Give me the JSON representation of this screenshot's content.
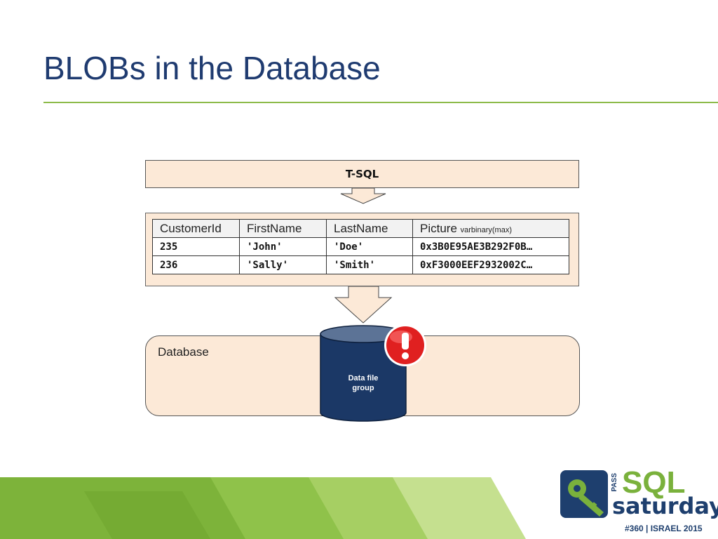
{
  "slide": {
    "title": "BLOBs in the Database"
  },
  "diagram": {
    "tsql_label": "T-SQL",
    "table": {
      "headers": [
        "CustomerId",
        "FirstName",
        "LastName",
        "Picture"
      ],
      "picture_type_note": "varbinary(max)",
      "rows": [
        [
          "235",
          "'John'",
          "'Doe'",
          "0x3B0E95AE3B292F0B…"
        ],
        [
          "236",
          "'Sally'",
          "'Smith'",
          "0xF3000EEF2932002C…"
        ]
      ]
    },
    "database_label": "Database",
    "cylinder_label_line1": "Data file",
    "cylinder_label_line2": "group",
    "warning_icon": "exclamation-warning-icon"
  },
  "logo": {
    "pass": "PASS",
    "sql": "SQL",
    "saturday": "saturday",
    "event": "#360 | ISRAEL 2015"
  },
  "colors": {
    "title": "#1f3b70",
    "accent_green": "#8dbb4a",
    "box_fill": "#fce9d7",
    "cylinder": "#1b3866",
    "warning": "#e02020"
  }
}
